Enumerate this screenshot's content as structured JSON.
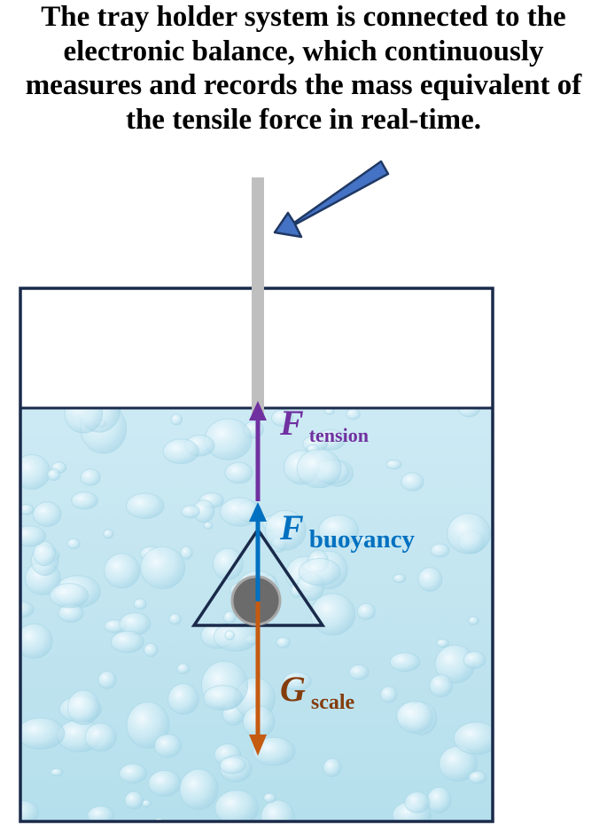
{
  "caption": {
    "lines": [
      "The tray holder system is connected to the",
      "electronic balance, which continuously",
      "measures and records the mass equivalent of",
      "the tensile force in real-time."
    ]
  },
  "forces": {
    "tension": {
      "symbol": "F",
      "subscript": "tension",
      "color": "#7030a0"
    },
    "buoyancy": {
      "symbol": "F",
      "subscript": "buoyancy",
      "color": "#0070c0"
    },
    "gravity": {
      "symbol": "G",
      "subscript": "scale",
      "color": "#c55a11"
    }
  },
  "colors": {
    "water_light": "#dcf1f8",
    "water_mid": "#b9e1ef",
    "container_outline": "#1a2a4a",
    "rod": "#bfbfbf",
    "pointer_arrow_fill": "#4472c4",
    "pointer_arrow_outline": "#1f3864",
    "ball": "#6b6b6b",
    "tray_outline": "#1a2a4a"
  },
  "icons": {
    "pointer": "arrow-down-left-icon",
    "ball": "sphere-sample-icon",
    "tray": "triangle-tray-icon"
  }
}
